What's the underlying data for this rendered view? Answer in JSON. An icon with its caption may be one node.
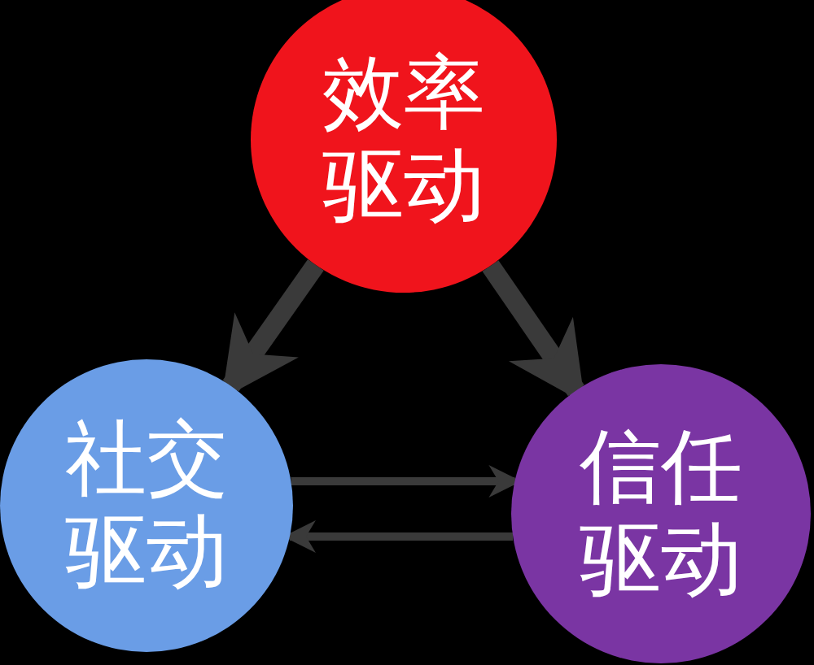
{
  "diagram": {
    "nodes": [
      {
        "text": [
          "效率驱动"
        ]
      },
      {
        "text": [
          "社交驱动"
        ]
      },
      {
        "text": [
          "信任驱动"
        ]
      }
    ],
    "edges": [
      {
        "from": 0,
        "to": 1,
        "arrow": "to",
        "style": "thick"
      },
      {
        "from": 0,
        "to": 2,
        "arrow": "to",
        "style": "thick"
      },
      {
        "from": 1,
        "to": 2,
        "arrow": "to"
      },
      {
        "from": 2,
        "to": 1,
        "arrow": "to"
      }
    ]
  }
}
